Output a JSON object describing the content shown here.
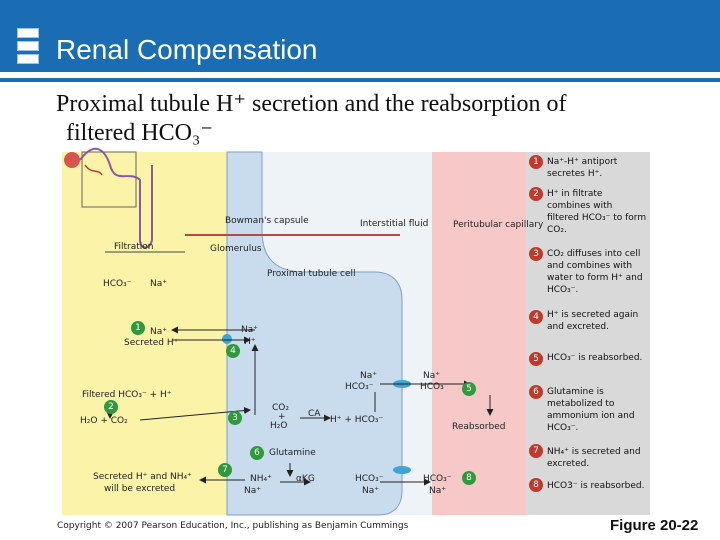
{
  "header": {
    "title": "Renal Compensation"
  },
  "subtitle": {
    "line1": "Proximal tubule H⁺ secretion and the reabsorption of",
    "line2": "filtered HCO₃⁻"
  },
  "diagram": {
    "bowmans_capsule": "Bowman's capsule",
    "interstitial_fluid": "Interstitial fluid",
    "peritubular_capillary": "Peritubular capillary",
    "filtration": "Filtration",
    "glomerulus": "Glomerulus",
    "proximal_tubule_cell": "Proximal tubule cell",
    "lumen_hco3": "HCO₃⁻",
    "lumen_na": "Na⁺",
    "step1_na": "Na⁺",
    "secreted_h": "Secreted H⁺",
    "antiport_na": "Na⁺",
    "antiport_h": "H⁺",
    "filtered_hco3_h": "Filtered HCO₃⁻ + H⁺",
    "h2o_co2": "H₂O + CO₂",
    "cell_co2": "CO₂",
    "cell_plus": "+",
    "cell_h2o": "H₂O",
    "ca": "CA",
    "h_hco3": "H⁺ + HCO₃⁻",
    "basolateral_na": "Na⁺",
    "basolateral_hco3": "HCO₃⁻",
    "capillary_na": "Na⁺",
    "capillary_hco3": "HCO₃⁻",
    "reabsorbed": "Reabsorbed",
    "glutamine": "Glutamine",
    "nh4": "NH₄⁺",
    "na_lower": "Na⁺",
    "akg": "αKG",
    "cell_hco3_lower": "HCO₃⁻",
    "cell_na_lower": "Na⁺",
    "cap_hco3_lower": "HCO₃⁻",
    "cap_na_lower": "Na⁺",
    "secreted_h_nh4": "Secreted H⁺ and NH₄⁺",
    "will_be_excreted": "will be excreted",
    "badges": [
      "1",
      "2",
      "4",
      "3",
      "5",
      "6",
      "7",
      "8"
    ]
  },
  "steps": [
    {
      "num": "1",
      "text": "Na⁺-H⁺ antiport secretes H⁺."
    },
    {
      "num": "2",
      "text": "H⁺ in filtrate combines with filtered HCO₃⁻ to form CO₂."
    },
    {
      "num": "3",
      "text": "CO₂ diffuses into cell and combines with water to form H⁺ and HCO₃⁻."
    },
    {
      "num": "4",
      "text": "H⁺ is secreted again and excreted."
    },
    {
      "num": "5",
      "text": "HCO₃⁻ is reabsorbed."
    },
    {
      "num": "6",
      "text": "Glutamine is metabolized to ammonium ion and HCO₃⁻."
    },
    {
      "num": "7",
      "text": "NH₄⁺ is secreted and excreted."
    },
    {
      "num": "8",
      "text": "HCO3⁻ is reabsorbed."
    }
  ],
  "footer": {
    "copyright": "Copyright © 2007 Pearson Education, Inc., publishing as Benjamin Cummings",
    "figure": "Figure 20-22"
  },
  "colors": {
    "header": "#1a6db3",
    "lumen": "#fbf3a8",
    "cell": "#c9dcee",
    "interstitial": "#eef3f7",
    "capillary": "#f6c8c8",
    "badge_red": "#c0392b",
    "badge_green": "#2e9a3c",
    "transporter": "#3aa6d6"
  }
}
